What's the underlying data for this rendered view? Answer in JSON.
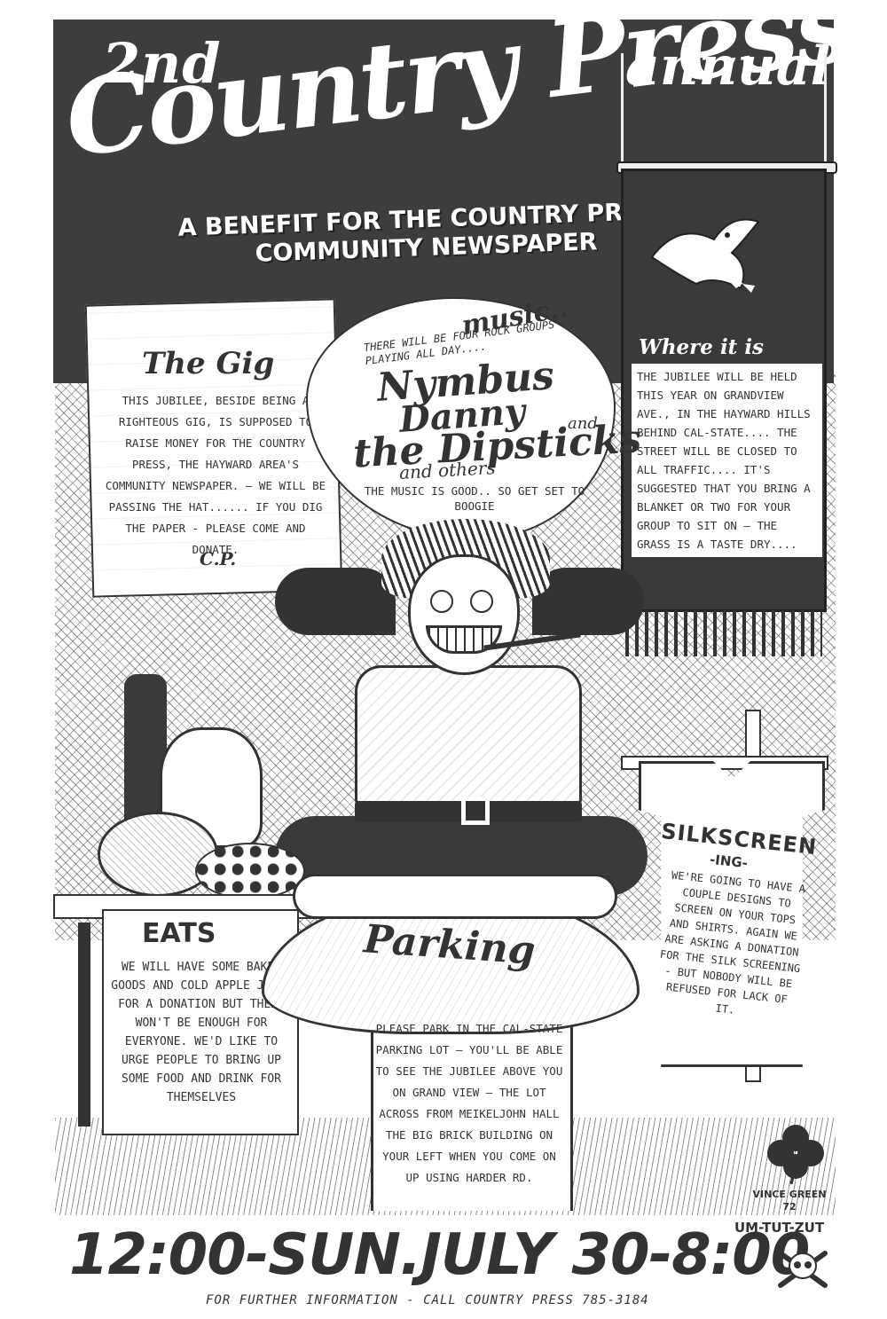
{
  "header": {
    "edition": "2nd",
    "annual": "annual",
    "title": "Country Press Jubilee",
    "benefit_line1": "A BENEFIT FOR THE COUNTRY PRESS",
    "benefit_line2": "COMMUNITY NEWSPAPER"
  },
  "gig": {
    "title": "The Gig",
    "body": "THIS JUBILEE, BESIDE BEING A RIGHTEOUS GIG, IS SUPPOSED TO RAISE MONEY FOR THE COUNTRY PRESS, THE HAYWARD AREA'S COMMUNITY NEWSPAPER. — WE WILL BE PASSING THE HAT...... IF YOU DIG THE PAPER - PLEASE COME AND DONATE.",
    "signature": "C.P."
  },
  "music": {
    "title": "music..",
    "intro": "THERE WILL BE FOUR ROCK GROUPS - PLAYING ALL DAY....",
    "band1": "Nymbus",
    "band2": "Danny",
    "band2_and": "and",
    "band3": "the Dipsticks",
    "others": "and others",
    "outro": "THE MUSIC IS GOOD.. SO GET SET TO BOOGIE"
  },
  "where": {
    "title": "Where it is",
    "body": "THE JUBILEE WILL BE HELD THIS YEAR ON GRANDVIEW AVE., IN THE HAYWARD HILLS BEHIND CAL-STATE.... THE STREET WILL BE CLOSED TO ALL TRAFFIC.... IT'S SUGGESTED THAT YOU BRING A BLANKET OR TWO FOR YOUR GROUP TO SIT ON — THE GRASS IS A TASTE DRY...."
  },
  "eats": {
    "title": "EATS",
    "body": "WE WILL HAVE SOME BAKED GOODS AND COLD APPLE JUICE FOR A DONATION BUT THERE WON'T BE ENOUGH FOR EVERYONE. WE'D LIKE TO URGE PEOPLE TO BRING UP SOME FOOD AND DRINK FOR THEMSELVES"
  },
  "parking": {
    "title": "Parking",
    "body": "PLEASE PARK IN THE CAL-STATE PARKING LOT — YOU'LL BE ABLE TO SEE THE JUBILEE ABOVE YOU ON GRAND VIEW — THE LOT ACROSS FROM MEIKELJOHN HALL THE BIG BRICK BUILDING ON YOUR LEFT WHEN YOU COME ON UP USING HARDER RD."
  },
  "silkscreen": {
    "title": "SILKSCREEN",
    "suffix": "-ING-",
    "body": "WE'RE GOING TO HAVE A COUPLE DESIGNS TO SCREEN ON YOUR TOPS AND SHIRTS. AGAIN WE ARE ASKING A DONATION FOR THE SILK SCREENING - BUT NOBODY WILL BE REFUSED FOR LACK OF IT."
  },
  "credit": {
    "artist": "VINCE GREEN",
    "year": "72",
    "tag": "UM-TUT-ZUT"
  },
  "footer": {
    "datetime": "12:00-SUN.JULY 30-8:00",
    "info": "FOR FURTHER INFORMATION - CALL COUNTRY PRESS 785-3184"
  },
  "colors": {
    "ink": "#333333",
    "paper": "#ffffff",
    "dark_band": "#3d3d3d"
  }
}
